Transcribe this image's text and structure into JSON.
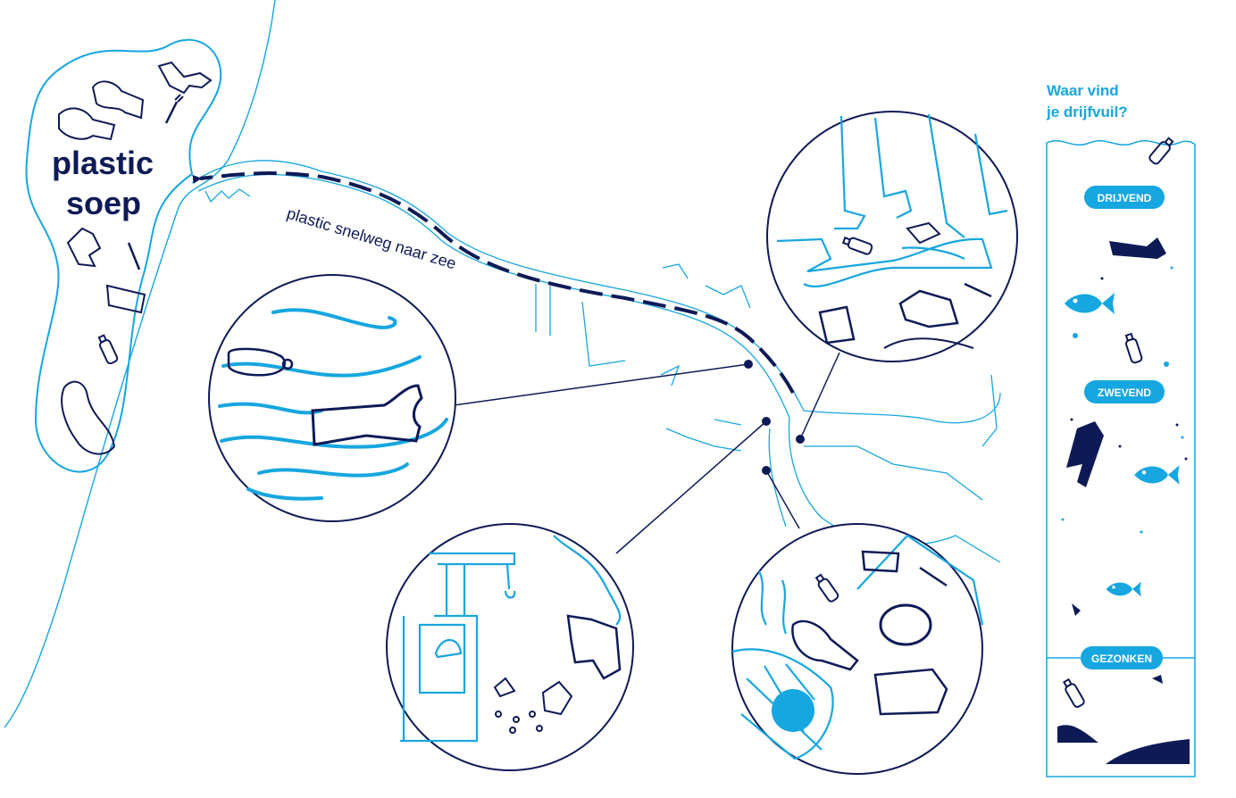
{
  "colors": {
    "navy": "#0e1a56",
    "light_blue": "#16a6e0",
    "background": "#ffffff"
  },
  "plastic_soup": {
    "line1": "plastic",
    "line2": "soep"
  },
  "route": {
    "label": "plastic snelweg naar zee"
  },
  "legend": {
    "title_line1": "Waar vind",
    "title_line2": "je drijfvuil?",
    "zones": [
      {
        "label": "DRIJVEND"
      },
      {
        "label": "ZWEVEND"
      },
      {
        "label": "GEZONKEN"
      }
    ]
  },
  "icons": {
    "bottle": "bottle-icon",
    "fork": "fork-icon",
    "cup": "cup-icon",
    "bag": "plastic-bag-icon",
    "fish": "fish-icon",
    "wrapper": "wrapper-icon"
  }
}
